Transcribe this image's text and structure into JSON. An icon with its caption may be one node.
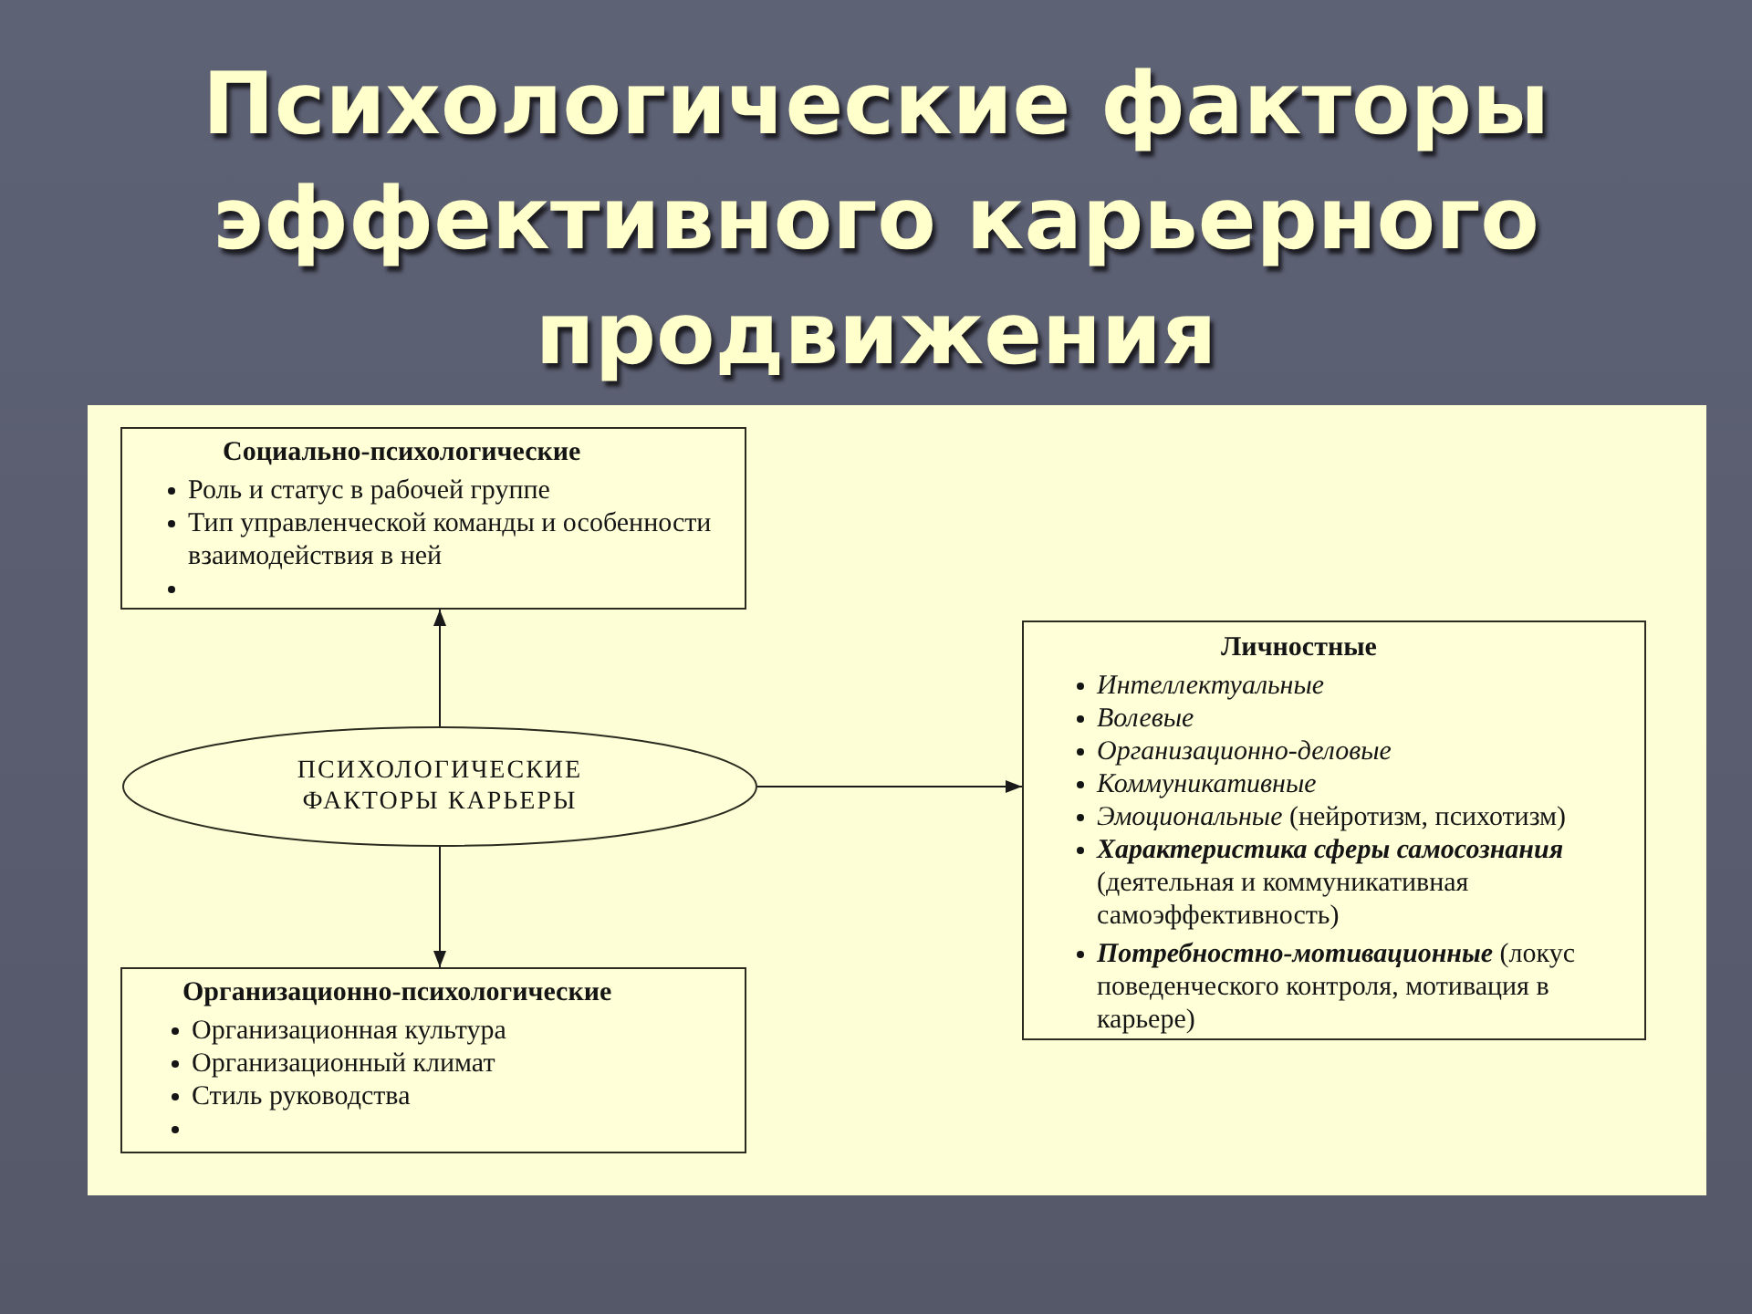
{
  "diagram": {
    "title": "Психологические факторы эффективного карьерного продвижения",
    "nodes": [
      {
        "text": [
          "Социально-психологические",
          "Роль и статус в рабочей группе",
          "Тип управленческой команды и особенности взаимодействия в ней"
        ]
      },
      {
        "text": [
          "ПСИХОЛОГИЧЕСКИЕ ФАКТОРЫ КАРЬЕРЫ"
        ]
      },
      {
        "text": [
          "Личностные",
          "Интеллектуальные",
          "Волевые",
          "Организационно-деловые",
          "Коммуникативные",
          "*Эмоциональные* (нейротизм, психотизм)",
          "**Характеристика сферы самосознания** (деятельная и коммуникативная самоэффективность)",
          "**Потребностно-мотивационные** (локус поведенческого контроля, мотивация в карьере)"
        ]
      },
      {
        "text": [
          "Организационно-психологические",
          "Организационная культура",
          "Организационный климат",
          "Стиль руководства"
        ]
      }
    ],
    "edges": [
      {
        "from": 1,
        "to": 0,
        "arrow": "to"
      },
      {
        "from": 1,
        "to": 2,
        "arrow": "to"
      },
      {
        "from": 1,
        "to": 3,
        "arrow": "to"
      }
    ]
  }
}
